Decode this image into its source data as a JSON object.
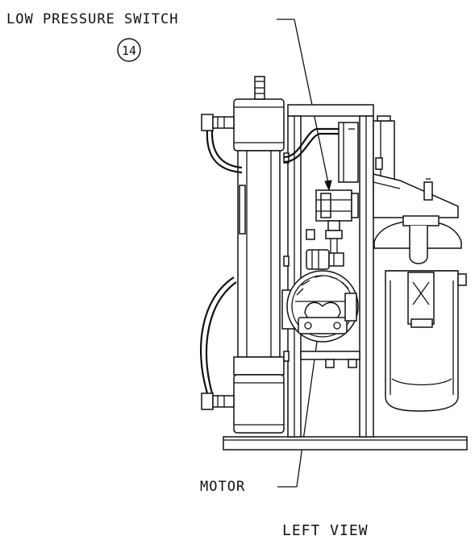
{
  "labels": {
    "low_pressure_switch": "LOW PRESSURE SWITCH",
    "callout_number": "14",
    "motor": "MOTOR",
    "view_title": "LEFT VIEW"
  },
  "colors": {
    "ink": "#111111",
    "paper": "#ffffff"
  }
}
